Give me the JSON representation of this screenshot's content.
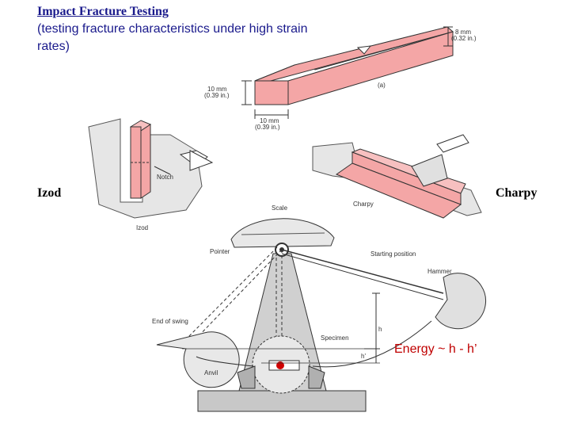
{
  "title": "Impact Fracture Testing",
  "subtitle": "(testing fracture characteristics under high strain rates)",
  "izod_label": "Izod",
  "charpy_label": "Charpy",
  "energy_label": "Energy ~ h - h’",
  "specimen": {
    "dim_top": "8 mm",
    "dim_top_in": "(0.32 in.)",
    "dim_side": "10 mm",
    "dim_side_in": "(0.39 in.)",
    "dim_bottom": "10 mm",
    "dim_bottom_in": "(0.39 in.)",
    "fig_label": "(a)"
  },
  "diagram_labels": {
    "notch": "Notch",
    "izod_small": "Izod",
    "charpy_small": "Charpy",
    "scale": "Scale",
    "pointer": "Pointer",
    "starting_position": "Starting position",
    "hammer": "Hammer",
    "end_of_swing": "End of swing",
    "specimen": "Specimen",
    "anvil": "Anvil",
    "h": "h",
    "h_prime": "h'"
  },
  "colors": {
    "specimen_fill": "#f4a6a6",
    "text_blue": "#1a1a8c",
    "energy_red": "#c00000",
    "machine_gray": "#c8c8c8"
  }
}
